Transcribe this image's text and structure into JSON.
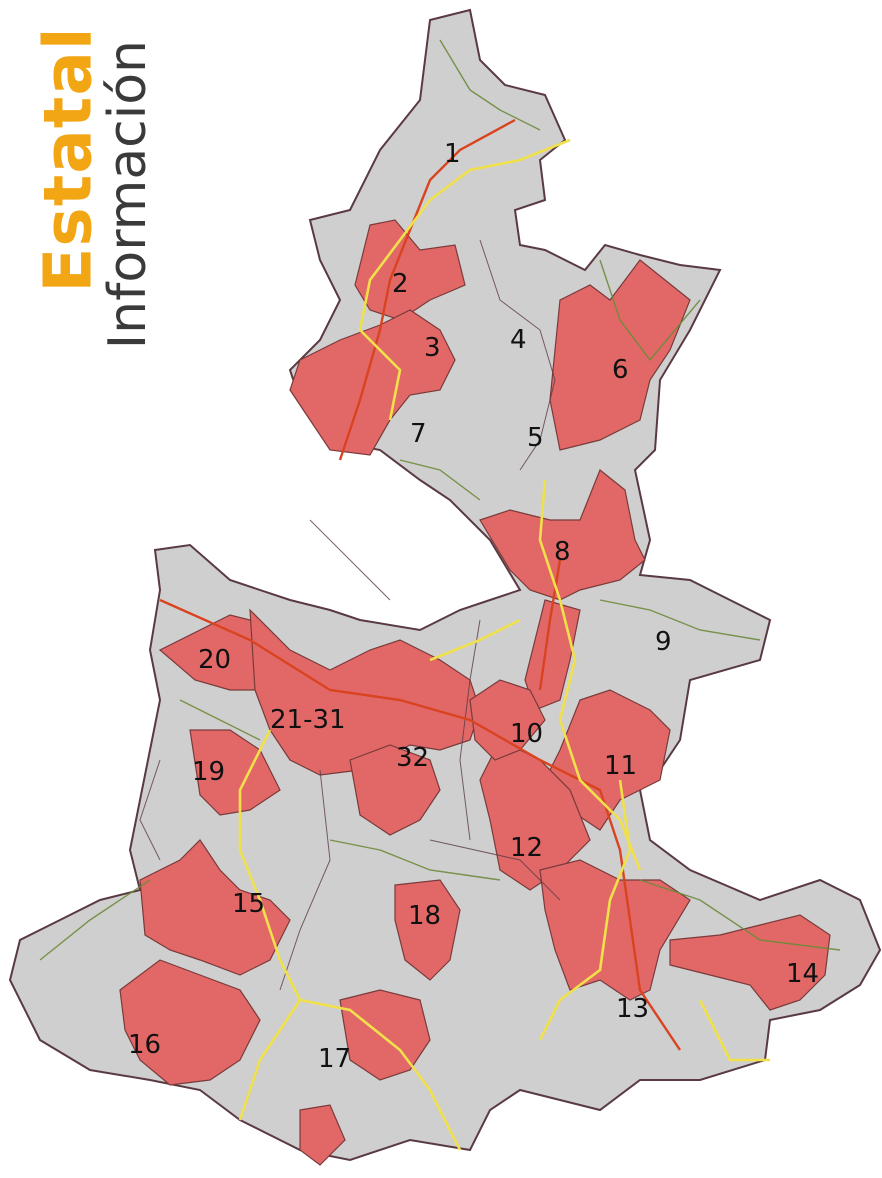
{
  "title": {
    "strong": "Estatal",
    "light": "Información"
  },
  "colors": {
    "state_fill": "#cfcfcf",
    "highlight": "#e26868",
    "road_primary": "#d9431f",
    "road_secondary": "#f0e04a",
    "road_local": "#6d8a3a",
    "border": "#5a3a42",
    "title_accent": "#f2a614"
  },
  "regions": [
    {
      "id": "r1",
      "label": "1",
      "highlighted": false
    },
    {
      "id": "r2",
      "label": "2",
      "highlighted": true
    },
    {
      "id": "r3",
      "label": "3",
      "highlighted": true
    },
    {
      "id": "r4",
      "label": "4",
      "highlighted": false
    },
    {
      "id": "r5",
      "label": "5",
      "highlighted": false
    },
    {
      "id": "r6",
      "label": "6",
      "highlighted": true
    },
    {
      "id": "r7",
      "label": "7",
      "highlighted": false
    },
    {
      "id": "r8",
      "label": "8",
      "highlighted": true
    },
    {
      "id": "r9",
      "label": "9",
      "highlighted": false
    },
    {
      "id": "r10",
      "label": "10",
      "highlighted": true
    },
    {
      "id": "r11",
      "label": "11",
      "highlighted": true
    },
    {
      "id": "r12",
      "label": "12",
      "highlighted": true
    },
    {
      "id": "r13",
      "label": "13",
      "highlighted": true
    },
    {
      "id": "r14",
      "label": "14",
      "highlighted": true
    },
    {
      "id": "r15",
      "label": "15",
      "highlighted": true
    },
    {
      "id": "r16",
      "label": "16",
      "highlighted": true
    },
    {
      "id": "r17",
      "label": "17",
      "highlighted": false
    },
    {
      "id": "r18",
      "label": "18",
      "highlighted": true
    },
    {
      "id": "r19",
      "label": "19",
      "highlighted": true
    },
    {
      "id": "r20",
      "label": "20",
      "highlighted": true
    },
    {
      "id": "r21-31",
      "label": "21-31",
      "highlighted": true
    },
    {
      "id": "r32",
      "label": "32",
      "highlighted": true
    }
  ]
}
